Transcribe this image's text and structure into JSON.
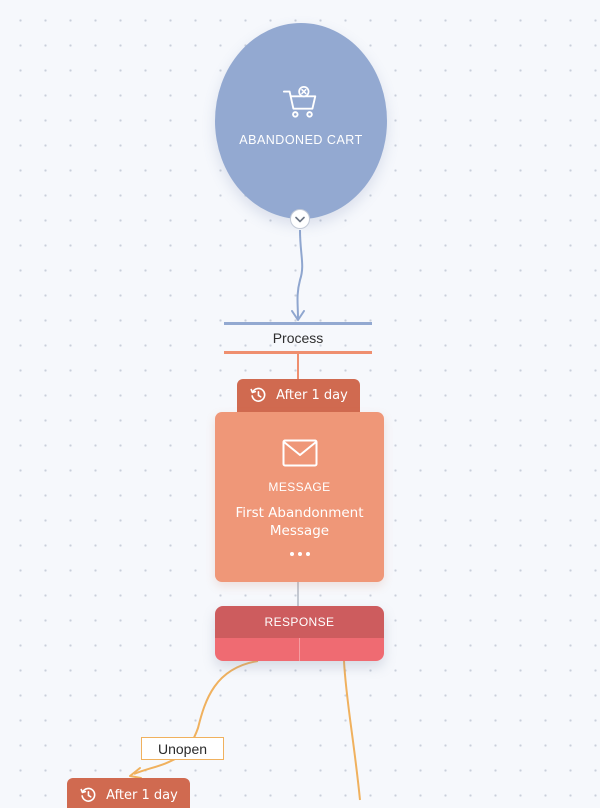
{
  "trigger": {
    "label": "ABANDONED CART",
    "icon": "cart-remove-icon",
    "color": "#93a9d1"
  },
  "process": {
    "label": "Process"
  },
  "message_step": {
    "delay_label": "After 1 day",
    "type_label": "MESSAGE",
    "title": "First Abandonment Message",
    "icon": "envelope-icon",
    "color": "#ef9778",
    "delay_color": "#d06a50"
  },
  "response": {
    "label": "RESPONSE",
    "header_color": "#cd5c5e",
    "branch_color": "#ef6b72"
  },
  "branch": {
    "label": "Unopen",
    "next_delay_label": "After 1 day"
  },
  "connector_colors": {
    "trigger": "#8fa6cf",
    "branch": "#f0b15e",
    "step": "#c4c9d2"
  }
}
